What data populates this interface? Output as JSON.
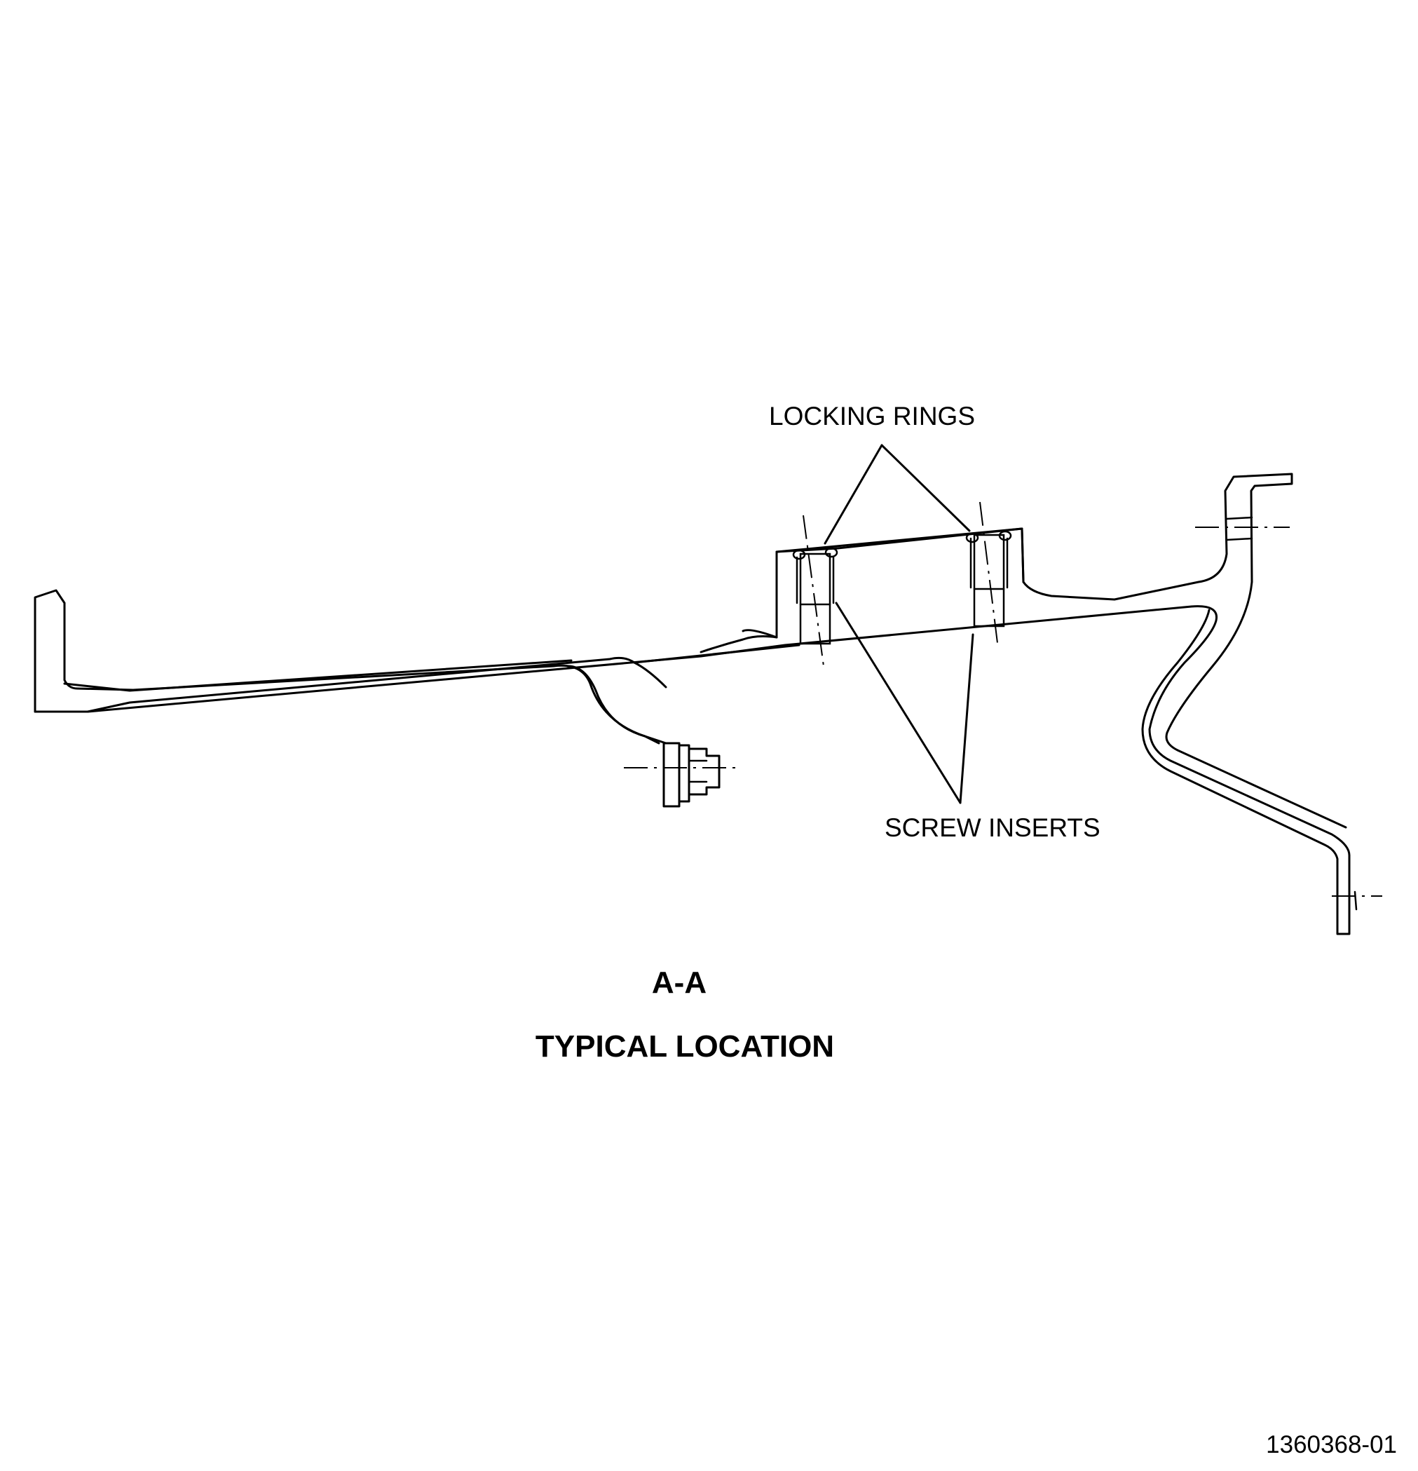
{
  "callouts": {
    "locking_rings": "LOCKING RINGS",
    "screw_inserts": "SCREW INSERTS"
  },
  "section": {
    "view": "A-A",
    "caption": "TYPICAL LOCATION"
  },
  "figure_number": "1360368-01"
}
